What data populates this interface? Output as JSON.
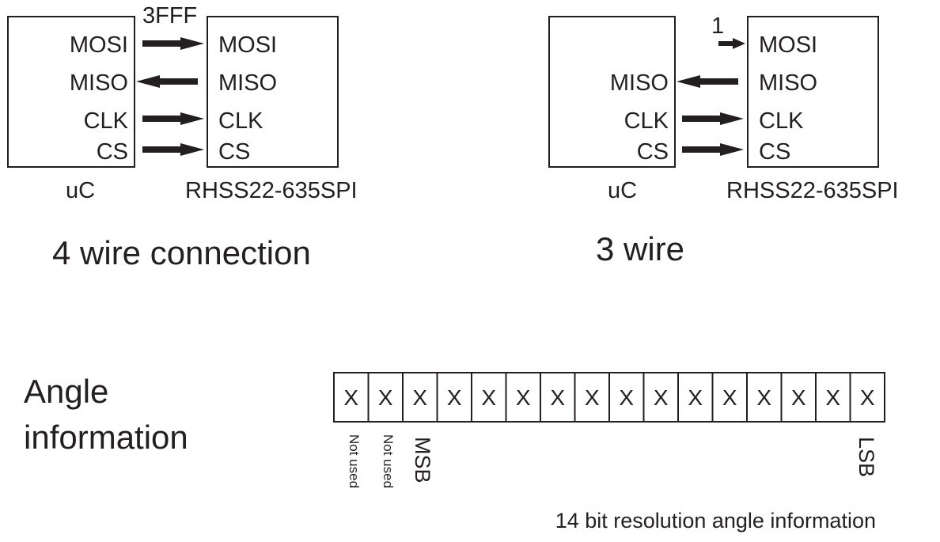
{
  "four_wire": {
    "caption": "4 wire connection",
    "top_value": "3FFF",
    "uc_label": "uC",
    "sensor_label": "RHSS22-635SPI",
    "uc_pins": [
      "MOSI",
      "MISO",
      "CLK",
      "CS"
    ],
    "sensor_pins": [
      "MOSI",
      "MISO",
      "CLK",
      "CS"
    ]
  },
  "three_wire": {
    "caption": "3 wire",
    "input_value": "1",
    "uc_label": "uC",
    "sensor_label": "RHSS22-635SPI",
    "uc_pins": [
      "MISO",
      "CLK",
      "CS"
    ],
    "sensor_pins": [
      "MOSI",
      "MISO",
      "CLK",
      "CS"
    ]
  },
  "angle": {
    "title_line1": "Angle",
    "title_line2": "information",
    "bits": [
      "X",
      "X",
      "X",
      "X",
      "X",
      "X",
      "X",
      "X",
      "X",
      "X",
      "X",
      "X",
      "X",
      "X",
      "X",
      "X"
    ],
    "not_used_1": "Not used",
    "not_used_2": "Not used",
    "msb": "MSB",
    "lsb": "LSB",
    "caption": "14 bit resolution angle information"
  }
}
